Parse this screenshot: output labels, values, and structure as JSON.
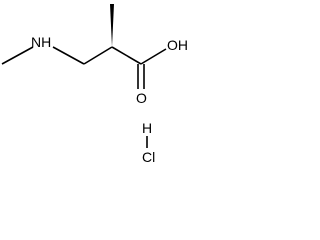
{
  "atoms": {
    "amine": "NH",
    "hydroxyl": "OH",
    "carbonyl_oxygen": "O",
    "hydrogen": "H",
    "chlorine": "Cl"
  },
  "colors": {
    "bond": "#000000",
    "label": "#000000",
    "background": "#ffffff"
  }
}
